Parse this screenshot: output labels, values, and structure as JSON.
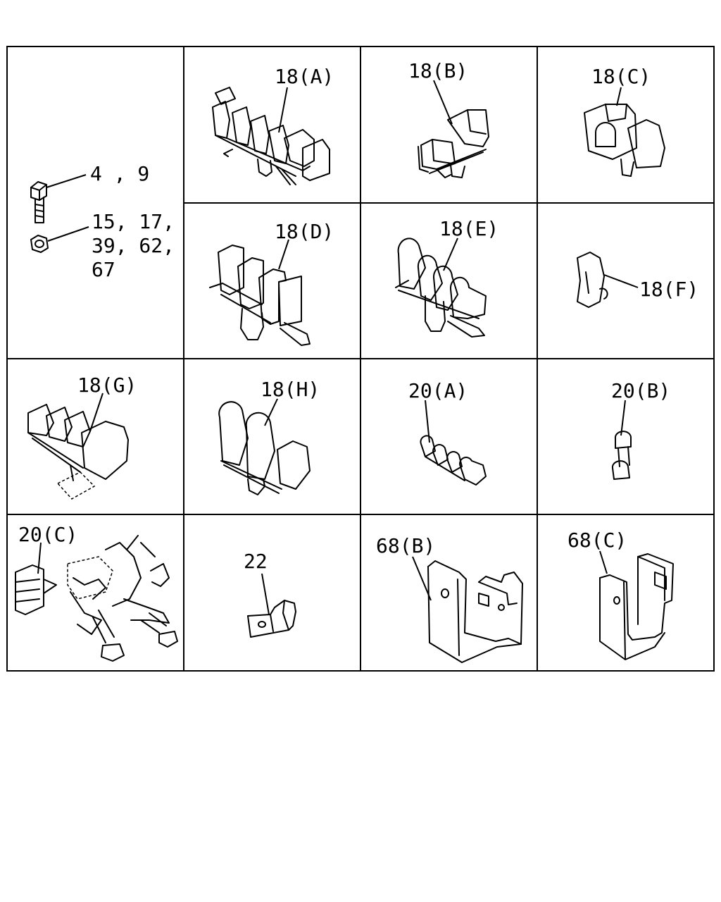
{
  "labels": {
    "bolt": "4 , 9",
    "nut_line1": "15, 17,",
    "nut_line2": "39, 62,",
    "nut_line3": "67",
    "p18a": "18(A)",
    "p18b": "18(B)",
    "p18c": "18(C)",
    "p18d": "18(D)",
    "p18e": "18(E)",
    "p18f": "18(F)",
    "p18g": "18(G)",
    "p18h": "18(H)",
    "p20a": "20(A)",
    "p20b": "20(B)",
    "p20c": "20(C)",
    "p22": "22",
    "p68b": "68(B)",
    "p68c": "68(C)"
  }
}
